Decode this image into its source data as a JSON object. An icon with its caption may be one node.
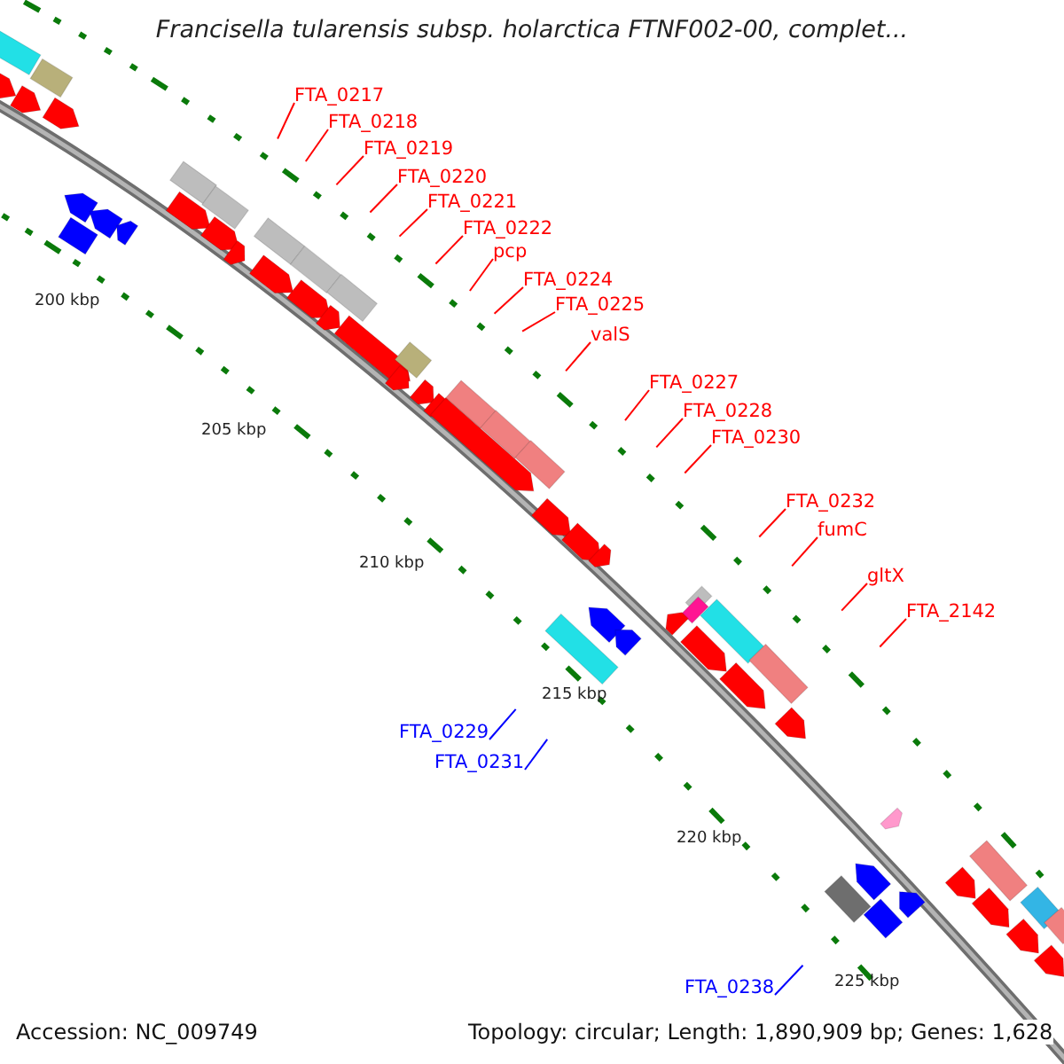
{
  "diagram": {
    "title": "Francisella tularensis subsp. holarctica FTNF002-00, complet...",
    "nodes": [
      {
        "text": [
          "FTA_0217"
        ]
      },
      {
        "text": [
          "FTA_0218"
        ]
      },
      {
        "text": [
          "FTA_0219"
        ]
      },
      {
        "text": [
          "FTA_0220"
        ]
      },
      {
        "text": [
          "FTA_0221"
        ]
      },
      {
        "text": [
          "FTA_0222"
        ]
      },
      {
        "text": [
          "pcp"
        ]
      },
      {
        "text": [
          "FTA_0224"
        ]
      },
      {
        "text": [
          "FTA_0225"
        ]
      },
      {
        "text": [
          "valS"
        ]
      },
      {
        "text": [
          "FTA_0227"
        ]
      },
      {
        "text": [
          "FTA_0228"
        ]
      },
      {
        "text": [
          "FTA_0230"
        ]
      },
      {
        "text": [
          "FTA_0232"
        ]
      },
      {
        "text": [
          "fumC"
        ]
      },
      {
        "text": [
          "gltX"
        ]
      },
      {
        "text": [
          "FTA_2142"
        ]
      },
      {
        "text": [
          "FTA_0229"
        ]
      },
      {
        "text": [
          "FTA_0231"
        ]
      },
      {
        "text": [
          "FTA_0238"
        ]
      }
    ],
    "edges": [
      {
        "from": 0,
        "to": null,
        "arrow": "none"
      },
      {
        "from": 1,
        "to": null,
        "arrow": "none"
      },
      {
        "from": 2,
        "to": null,
        "arrow": "none"
      },
      {
        "from": 3,
        "to": null,
        "arrow": "none"
      },
      {
        "from": 4,
        "to": null,
        "arrow": "none"
      },
      {
        "from": 5,
        "to": null,
        "arrow": "none"
      },
      {
        "from": 6,
        "to": null,
        "arrow": "none"
      },
      {
        "from": 7,
        "to": null,
        "arrow": "none"
      },
      {
        "from": 8,
        "to": null,
        "arrow": "none"
      },
      {
        "from": 9,
        "to": null,
        "arrow": "none"
      },
      {
        "from": 10,
        "to": null,
        "arrow": "none"
      },
      {
        "from": 11,
        "to": null,
        "arrow": "none"
      },
      {
        "from": 12,
        "to": null,
        "arrow": "none"
      },
      {
        "from": 13,
        "to": null,
        "arrow": "none"
      },
      {
        "from": 14,
        "to": null,
        "arrow": "none"
      },
      {
        "from": 15,
        "to": null,
        "arrow": "none"
      },
      {
        "from": 16,
        "to": null,
        "arrow": "none"
      },
      {
        "from": 17,
        "to": null,
        "arrow": "none",
        "color": "#0000ff"
      },
      {
        "from": 18,
        "to": null,
        "arrow": "none",
        "color": "#0000ff"
      },
      {
        "from": 19,
        "to": null,
        "arrow": "none",
        "color": "#0000ff"
      }
    ],
    "labels": [
      "200 kbp",
      "205 kbp",
      "210 kbp",
      "215 kbp",
      "220 kbp",
      "225 kbp",
      "Accession: NC_009749",
      "Topology: circular; Length: 1,890,909 bp; Genes: 1,628"
    ]
  }
}
